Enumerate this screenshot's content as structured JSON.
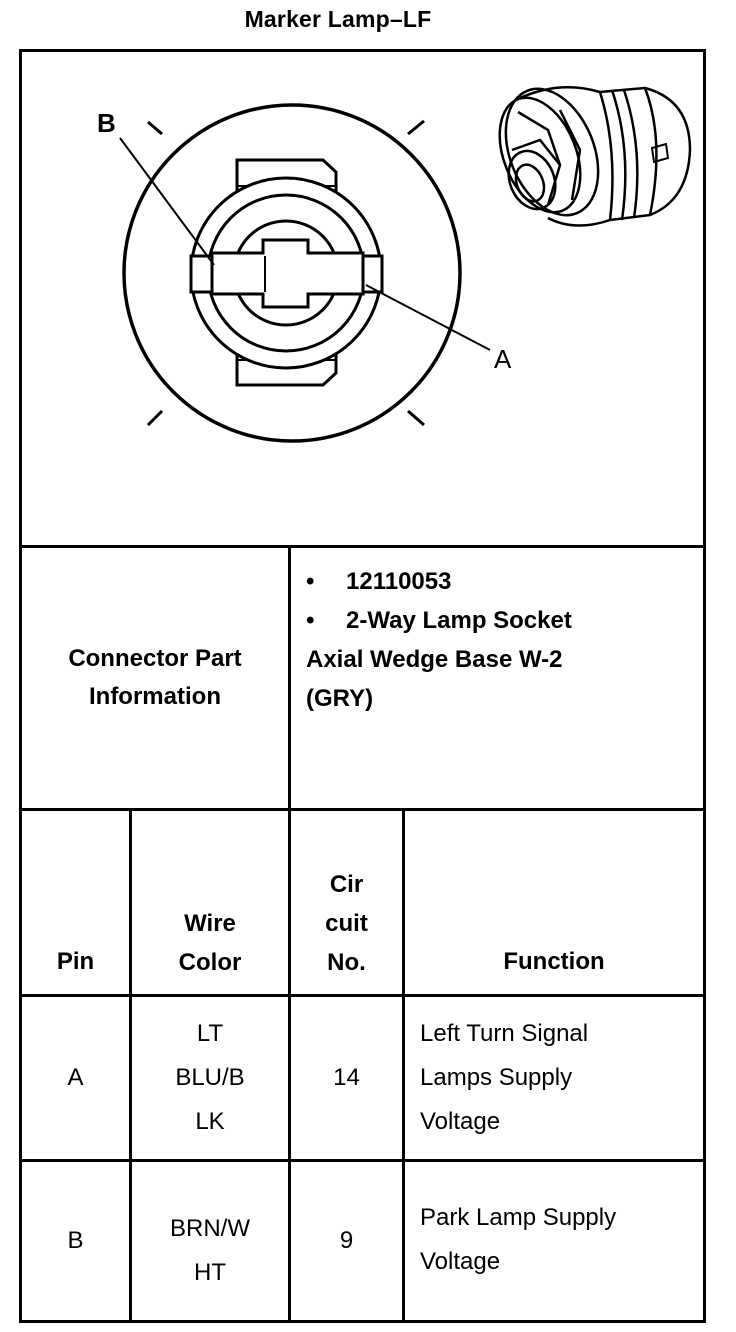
{
  "title": "Marker Lamp–LF",
  "diagram": {
    "label_a": "A",
    "label_b": "B"
  },
  "connector": {
    "label_line1": "Connector Part",
    "label_line2": "Information",
    "bullets": [
      "12110053",
      "2-Way Lamp Socket"
    ],
    "description_line1": "Axial Wedge Base W-2",
    "description_line2": "(GRY)"
  },
  "table": {
    "headers": {
      "pin": "Pin",
      "wire_color_line1": "Wire",
      "wire_color_line2": "Color",
      "circuit_line1": "Cir",
      "circuit_line2": "cuit",
      "circuit_line3": "No.",
      "function": "Function"
    },
    "rows": [
      {
        "pin": "A",
        "wire_color": [
          "LT",
          "BLU/B",
          "LK"
        ],
        "circuit": "14",
        "function": [
          "Left Turn Signal",
          "Lamps Supply",
          "Voltage"
        ]
      },
      {
        "pin": "B",
        "wire_color": [
          "BRN/W",
          "HT"
        ],
        "circuit": "9",
        "function": [
          "Park Lamp Supply",
          "Voltage"
        ]
      }
    ]
  }
}
